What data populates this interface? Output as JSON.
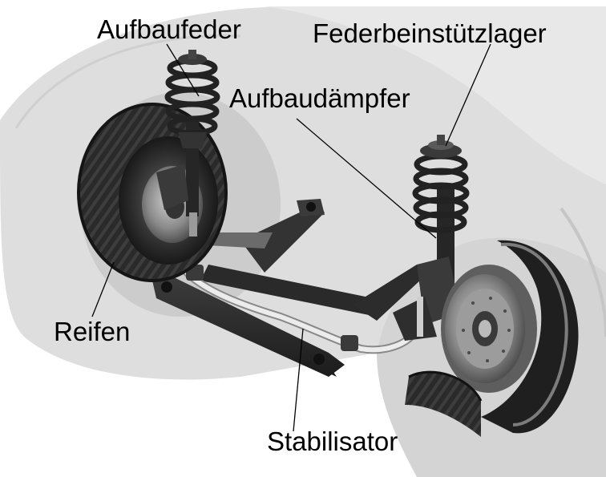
{
  "labels": {
    "spring": "Aufbaufeder",
    "strut_mount": "Federbeinstützlager",
    "damper": "Aufbaudämpfer",
    "tire": "Reifen",
    "stabilizer": "Stabilisator"
  },
  "colors": {
    "car_body": "#dedede",
    "car_shadow": "#c9c9c9",
    "metal_dark": "#2e2e2e",
    "metal_mid": "#5a5a5a",
    "stabilizer_bar": "#e8e8e8",
    "leader_line": "#000000"
  }
}
